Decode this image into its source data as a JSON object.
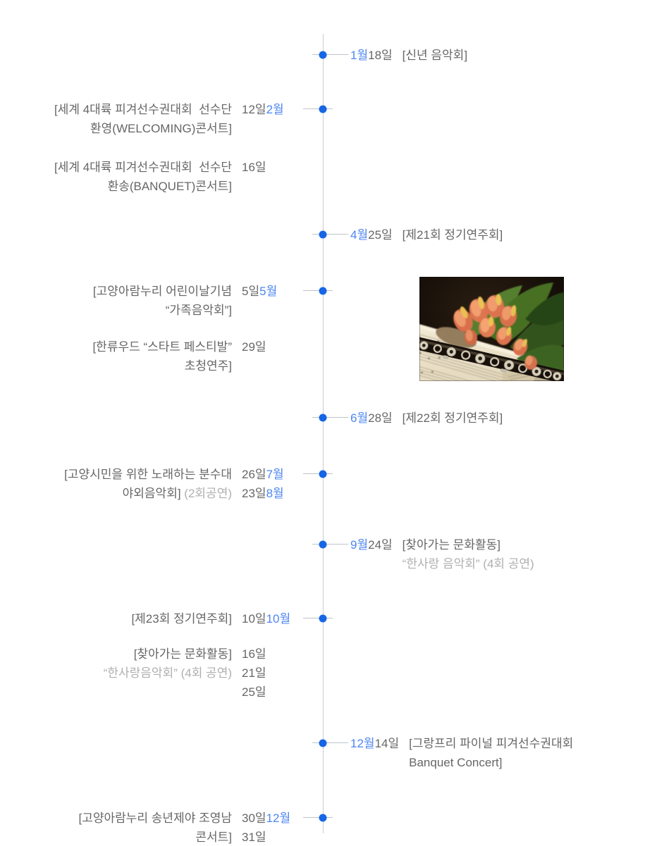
{
  "colors": {
    "dot_blue": "#1666e5",
    "month_blue": "#4d86f0",
    "text_gray": "#666666",
    "text_light_gray": "#afafaf",
    "timeline_line": "#c9cdd2"
  },
  "photo": {
    "name": "clarinet-tulips-sheet-music-photo"
  },
  "timeline": {
    "events": [
      {
        "side": "right",
        "month": "1월",
        "day": "18일",
        "title": "[신년 음악회]"
      },
      {
        "side": "left",
        "title": "[세계 4대륙 피겨선수권대회  선수단",
        "title2": "환영(WELCOMING)콘서트]",
        "day": "12일",
        "month": "2월"
      },
      {
        "side": "left",
        "title": "[세계 4대륙 피겨선수권대회  선수단",
        "title2": "환송(BANQUET)콘서트]",
        "day": "16일"
      },
      {
        "side": "right",
        "month": "4월",
        "day": "25일",
        "title": "[제21회 정기연주회]"
      },
      {
        "side": "left",
        "title": "[고양아람누리 어린이날기념",
        "title2": "“가족음악회”]",
        "day": "5일",
        "month": "5월"
      },
      {
        "side": "left",
        "title": "[한류우드 “스타트 페스티발”",
        "title2": "초청연주]",
        "day": "29일"
      },
      {
        "side": "right",
        "month": "6월",
        "day": "28일",
        "title": "[제22회 정기연주회]"
      },
      {
        "side": "left",
        "title": "[고양시민을 위한 노래하는 분수대",
        "title2": "야외음악회]",
        "title2_light": " (2회공연)",
        "day": "26일",
        "month": "7월",
        "day2": "23일",
        "month2": "8월"
      },
      {
        "side": "right",
        "month": "9월",
        "day": "24일",
        "title": "[찾아가는 문화활동]",
        "subtitle": "“한사랑 음악회” (4회 공연)"
      },
      {
        "side": "left",
        "title": "[제23회 정기연주회]",
        "day": "10일",
        "month": "10월"
      },
      {
        "side": "left",
        "title": "[찾아가는 문화활동]",
        "subtitle": "“한사랑음악회” (4회 공연)",
        "day": "16일",
        "day2": "21일",
        "day3": "25일"
      },
      {
        "side": "right",
        "month": "12월",
        "day": "14일",
        "title": "[그랑프리 파이널 피겨선수권대회",
        "title2": "Banquet Concert]"
      },
      {
        "side": "left",
        "title": "[고양아람누리 송년제야 조영남",
        "title2": "콘서트]",
        "day": "30일",
        "month": "12월",
        "day2": "31일"
      }
    ]
  }
}
